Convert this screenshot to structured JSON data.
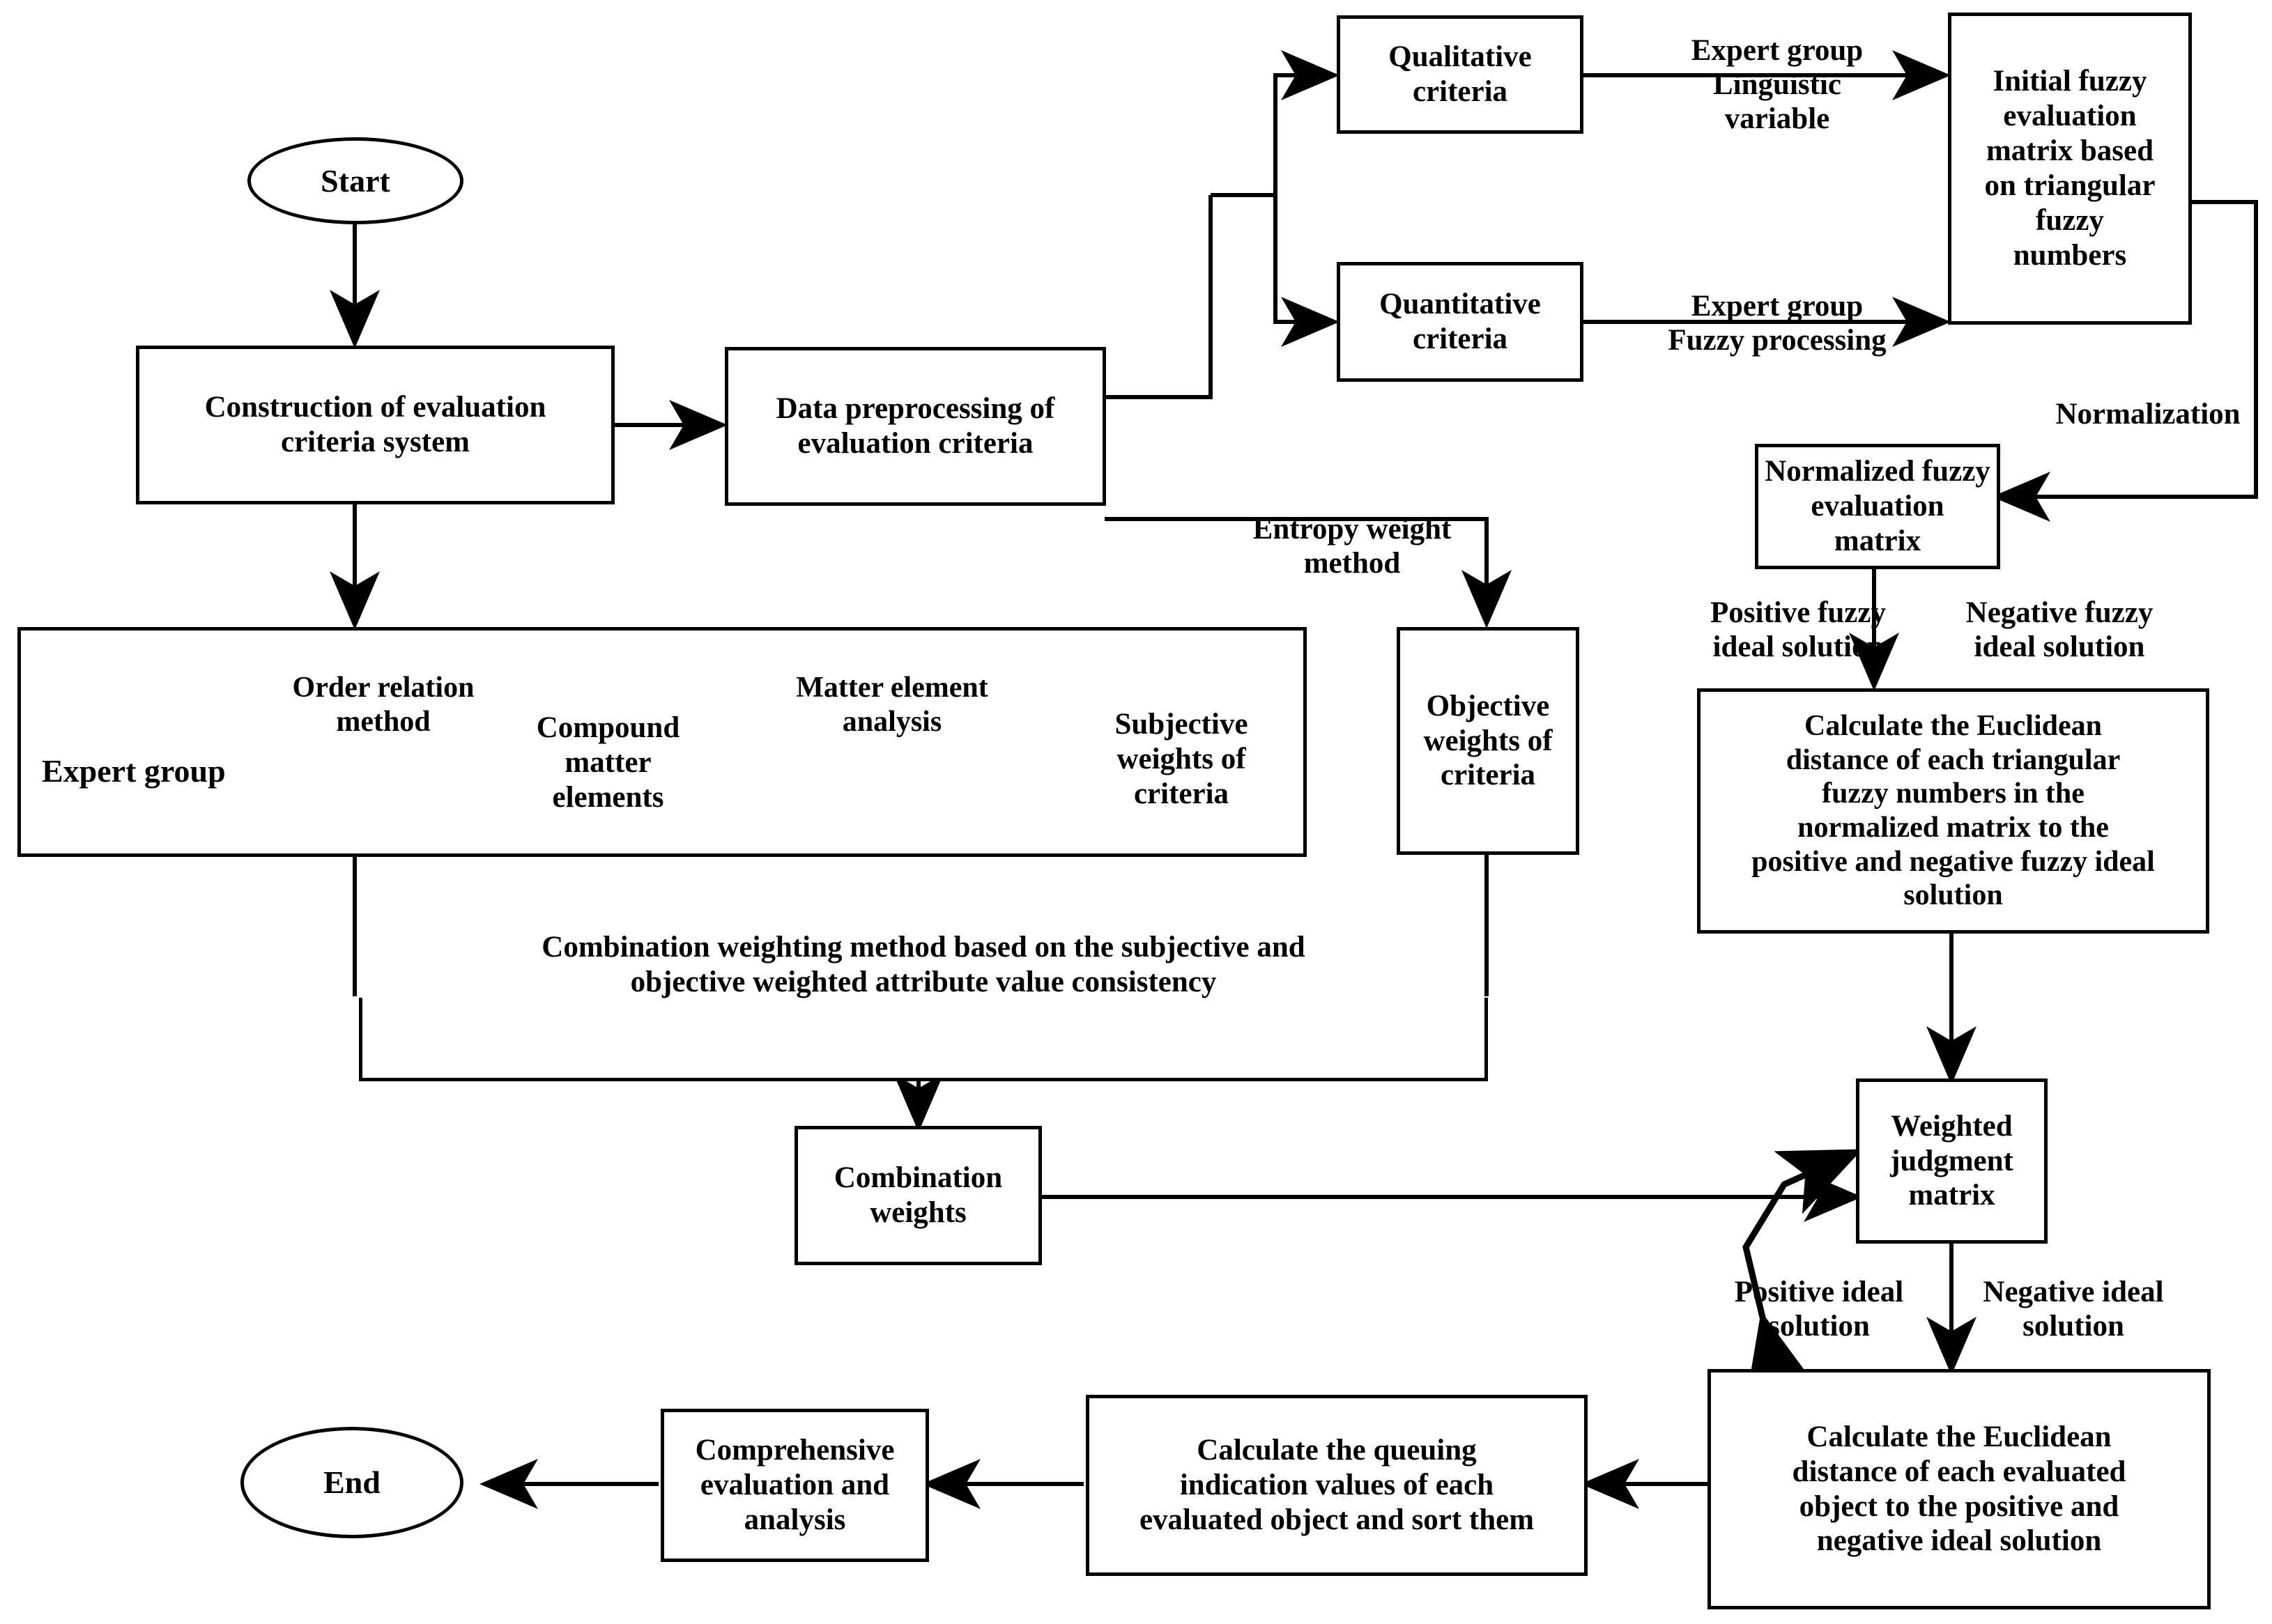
{
  "diagram": {
    "title": "Comprehensive fuzzy evaluation flowchart",
    "stroke_color": "#000000",
    "background_color": "#ffffff"
  },
  "nodes": {
    "start": "Start",
    "end": "End",
    "construction": "Construction of evaluation\ncriteria system",
    "data_preprocessing": "Data preprocessing of\nevaluation criteria",
    "qualitative": "Qualitative\ncriteria",
    "quantitative": "Quantitative\ncriteria",
    "initial_fuzzy_matrix": "Initial fuzzy\nevaluation\nmatrix based\non triangular\nfuzzy\nnumbers",
    "normalized_matrix": "Normalized fuzzy\nevaluation matrix",
    "euclidean_fuzzy": "Calculate the Euclidean\ndistance of each triangular\nfuzzy numbers in the\nnormalized matrix to the\npositive and negative fuzzy ideal\nsolution",
    "weighted_judgment_matrix": "Weighted\njudgment\nmatrix",
    "euclidean_object": "Calculate the Euclidean\ndistance of each evaluated\nobject to the positive and\nnegative ideal solution",
    "queuing_values": "Calculate the queuing\nindication values of each\nevaluated object and sort them",
    "comprehensive": "Comprehensive\nevaluation and\nanalysis",
    "objective_weights": "Objective\nweights of\ncriteria",
    "combination_weights": "Combination\nweights",
    "subjective_group_box": "",
    "combination_method_box": ""
  },
  "subjective_chain": {
    "expert_group": "Expert group",
    "order_relation_method": "Order relation\nmethod",
    "compound_matter_elements": "Compound\nmatter\nelements",
    "matter_element_analysis": "Matter element\nanalysis",
    "subjective_weights": "Subjective\nweights of\ncriteria"
  },
  "edge_labels": {
    "expert_group_linguistic": "Expert group\nLinguistic\nvariable",
    "expert_group_fuzzy": "Expert group\nFuzzy processing",
    "normalization": "Normalization",
    "entropy_weight_method": "Entropy weight\nmethod",
    "positive_fuzzy_ideal": "Positive fuzzy\nideal solution",
    "negative_fuzzy_ideal": "Negative fuzzy\nideal solution",
    "positive_ideal": "Positive ideal\nsolution",
    "negative_ideal": "Negative ideal\nsolution",
    "combination_weighting_method": "Combination weighting method based on the subjective and\nobjective weighted attribute value consistency"
  }
}
